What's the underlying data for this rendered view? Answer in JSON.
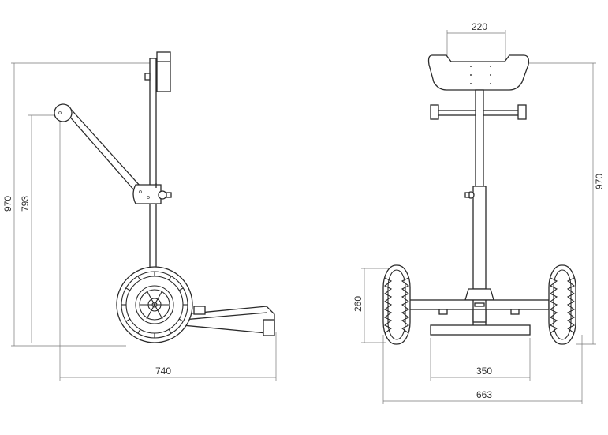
{
  "dimensions": {
    "side_total_height": "970",
    "side_handle_height": "793",
    "side_length": "740",
    "front_top_width": "220",
    "front_total_height": "970",
    "front_wheel_height": "260",
    "front_inner_width": "350",
    "front_total_width": "663"
  }
}
